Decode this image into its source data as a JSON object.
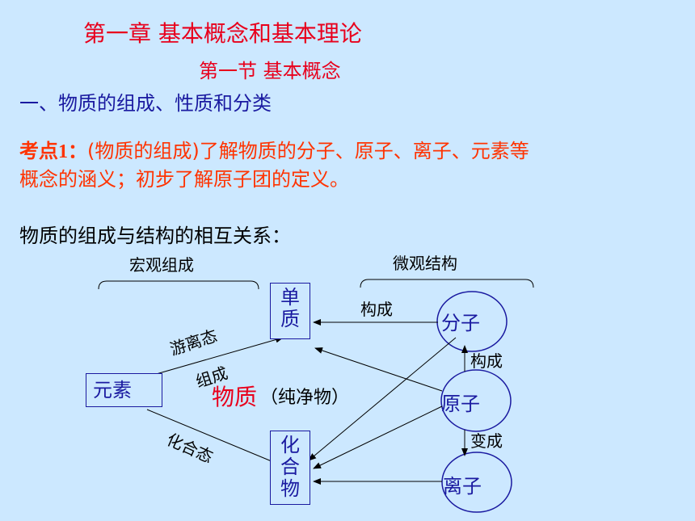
{
  "header": {
    "chapter_title": "第一章   基本概念和基本理论",
    "section_title": "第一节   基本概念",
    "subheading": "一、物质的组成、性质和分类"
  },
  "key_point": {
    "label": "考点1：",
    "prefix_bracket": "(物质的组成)",
    "line1_rest": "了解物质的分子、原子、离子、元素等",
    "line2": "概念的涵义；初步了解原子团的定义。"
  },
  "relation_heading": "物质的组成与结构的相互关系：",
  "diagram": {
    "macro_label": "宏观组成",
    "micro_label": "微观结构",
    "element_box": "元素",
    "simple_substance": "单质",
    "compound": "化合物",
    "molecule": "分子",
    "atom": "原子",
    "ion": "离子",
    "free_state": "游离态",
    "combined_state": "化合态",
    "compose": "组成",
    "constitute_top": "构成",
    "constitute_right": "构成",
    "become": "变成",
    "substance": "物质",
    "pure_substance": "（纯净物）",
    "colors": {
      "title": "#e8001c",
      "keypoint": "#ff3300",
      "blue": "#1a1aa0",
      "background": "#cce8ff"
    }
  }
}
